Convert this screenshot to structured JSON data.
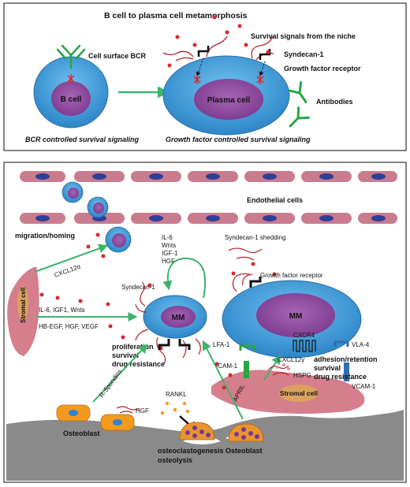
{
  "colors": {
    "cell_blue": "#3e9ad6",
    "nucleus_purple": "#8e4aa0",
    "endothelial_pink": "#c97c8e",
    "endothelial_nucleus": "#2f3f98",
    "arrow_green": "#3db36a",
    "antibody_green": "#27a646",
    "signal_red": "#d7282f",
    "syndecan_red": "#b5242c",
    "bone_gray": "#8a8a8a",
    "osteoblast_orange": "#f39a1e",
    "osteoclast_orange": "#e89530",
    "stromal_pink": "#d57e8c",
    "stromal_nucleus": "#dba25f"
  },
  "panel_top": {
    "title": "B cell to plasma cell metamorphosis",
    "b_cell_label": "B cell",
    "plasma_cell_label": "Plasma cell",
    "cell_surface_bcr": "Cell surface BCR",
    "survival_signals": "Survival signals from the niche",
    "syndecan": "Syndecan-1",
    "growth_factor_receptor": "Growth factor receptor",
    "antibodies": "Antibodies",
    "bcr_signaling": "BCR controlled survival signaling",
    "gf_signaling": "Growth factor controlled survival signaling"
  },
  "panel_bottom": {
    "endothelial": "Endothelial cells",
    "migration": "migration/homing",
    "cxcl12a": "CXCL12α",
    "stromal_cell_left": "Stromal cell",
    "il6_igf1_wnts": "IL-6, IGF1, Wnts",
    "hbegf": "HB-EGF, HGF, VEGF",
    "factor_stack": [
      "IL-6",
      "Wnts",
      "IGF-1",
      "HGF"
    ],
    "syndecan_shedding": "Syndecan-1 shedding",
    "syndecan": "Syndecan-1",
    "growth_factor_receptor": "Growth factor receptor",
    "mm_left": "MM",
    "mm_right": "MM",
    "proliferation": [
      "proliferation",
      "survival",
      "drug resistance"
    ],
    "lfa1": "LFA-1",
    "cxcr4": "CXCR4",
    "vla4": "VLA-4",
    "adhesion": [
      "adhesion/retention",
      "survival",
      "drug resistance"
    ],
    "icam1": "ICAM-1",
    "cxcl12g": "CXCL12γ",
    "hspg": "HSPG",
    "vcam1": "VCAM-1",
    "stromal_cell_right": "Stromal cell",
    "r_spondins": "R-Spondins",
    "rankl": "RANKL",
    "april": "APRIL",
    "hgf": "HGF",
    "osteoblast_left": "Osteoblast",
    "osteoblast_right": "Osteoblast",
    "osteoclastogenesis": "osteoclastogenesis",
    "osteolysis": "osteolysis"
  }
}
